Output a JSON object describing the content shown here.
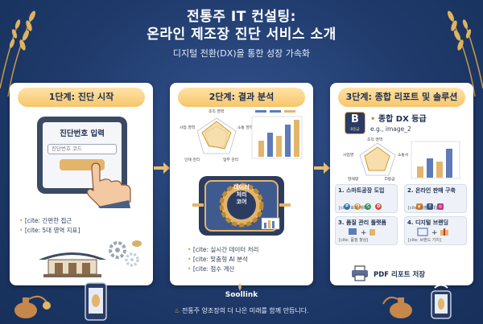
{
  "header": {
    "title_line1": "전통주 IT 컨설팅:",
    "title_line2": "온라인 제조장 진단 서비스 소개",
    "subtitle": "디지털 전환(DX)을 통한 성장 가속화"
  },
  "card1": {
    "title": "1단계: 진단 시작",
    "screen_title": "진단번호 입력",
    "input_placeholder": "진단번호 코드",
    "bullets": [
      "[cite: 간편한 접근",
      "[cite: 5대 영역 지표]"
    ]
  },
  "card2": {
    "title": "2단계: 결과 분석",
    "radar_labels": [
      "조직 영역",
      "사업 영역",
      "소통 영역",
      "인재 관리",
      "업무 관리"
    ],
    "core_label": [
      "데이터",
      "처리",
      "코어"
    ],
    "bullets": [
      "[cite: 실시간 데이터 처리",
      "[cite: 맞춤형 AI 분석",
      "[cite: 점수 계산"
    ]
  },
  "card3": {
    "title": "3단계: 종합 리포트 및 솔루션",
    "badge_letter": "B",
    "badge_sub": "B등급",
    "grade_title": "종합 DX 등급",
    "grade_example": "e.g., image_2",
    "radar_labels": [
      "조직 영역",
      "사업영",
      "소통서",
      "현재량",
      "D등급"
    ],
    "solutions": [
      {
        "title": "1. 스마트공장 도입",
        "cite": "[cite: 효과 예측]"
      },
      {
        "title": "2. 온라인 판매 구축",
        "cite": "[cite: 매출 증대]"
      },
      {
        "title": "3. 품질 관리 플랫폼",
        "cite": "[cite: 품질 향상]"
      },
      {
        "title": "4. 디지털 브랜딩",
        "cite": "[cite: 브랜드 가치]"
      }
    ],
    "pdf_label": "PDF 리포트 저장"
  },
  "footer": {
    "brand": "Soollink",
    "tagline": "전통주 양조장의 더 나은 미래를 함께 만듭니다."
  },
  "colors": {
    "background": "#1f3a6b",
    "header_pill": "#f6c66a",
    "accent_gold": "#e2b56b",
    "text_dark": "#1d2e50"
  }
}
